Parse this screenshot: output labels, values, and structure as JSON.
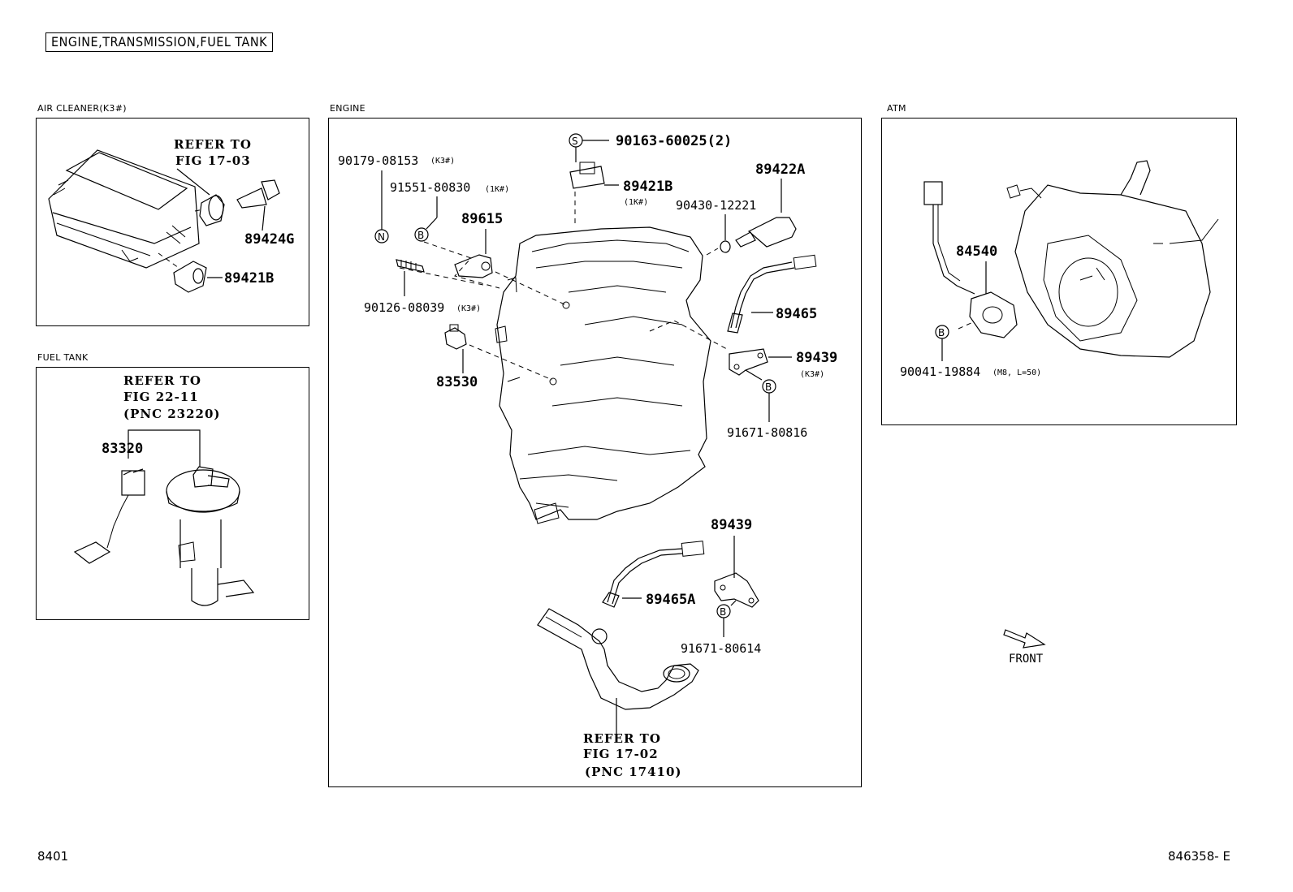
{
  "header": {
    "title": "ENGINE,TRANSMISSION,FUEL TANK"
  },
  "sections": {
    "air_cleaner": "AIR  CLEANER(K3#)",
    "fuel_tank": "FUEL  TANK",
    "engine": "ENGINE",
    "atm": "ATM"
  },
  "air_cleaner": {
    "refer_l1": "REFER TO",
    "refer_l2": "FIG 17-03",
    "part_89424G": "89424G",
    "part_89421B": "89421B"
  },
  "fuel_tank": {
    "refer_l1": "REFER TO",
    "refer_l2": "FIG 22-11",
    "refer_l3": "(PNC 23220)",
    "part_83320": "83320"
  },
  "engine": {
    "sym_S": "S",
    "p_90163": "90163-60025(2)",
    "p_89421B": "89421B",
    "n_89421B": "(1K#)",
    "p_89422A": "89422A",
    "p_90430": "90430-12221",
    "p_90179": "90179-08153",
    "n_90179": "(K3#)",
    "sym_N": "N",
    "p_91551": "91551-80830",
    "n_91551": "(1K#)",
    "sym_B1": "B",
    "p_89615": "89615",
    "p_90126": "90126-08039",
    "n_90126": "(K3#)",
    "p_89465": "89465",
    "p_89439a": "89439",
    "n_89439a": "(K3#)",
    "sym_B2": "B",
    "p_91671_816": "91671-80816",
    "p_83530": "83530",
    "p_89439b": "89439",
    "p_89465A": "89465A",
    "sym_B3": "B",
    "p_91671_614": "91671-80614",
    "refer_l1": "REFER TO",
    "refer_l2": "FIG 17-02",
    "refer_l3": "(PNC 17410)"
  },
  "atm": {
    "p_84540": "84540",
    "sym_B": "B",
    "p_90041": "90041-19884",
    "n_90041": "(M8, L=50)",
    "front": "FRONT"
  },
  "footer": {
    "left": "8401",
    "right": "846358- E"
  }
}
